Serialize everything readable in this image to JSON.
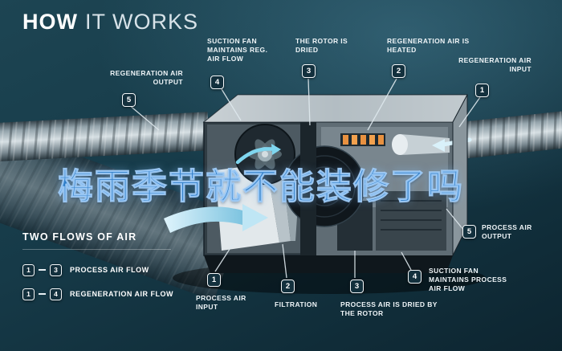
{
  "title": {
    "bold": "HOW",
    "light": "IT WORKS"
  },
  "watermark": "梅雨季节就不能装修了吗",
  "callouts": {
    "reg_air_output": {
      "num": "5",
      "label": "REGENERATION AIR OUTPUT"
    },
    "suction_fan_reg": {
      "num": "4",
      "label": "SUCTION FAN MAINTAINS REG. AIR FLOW"
    },
    "rotor_dried": {
      "num": "3",
      "label": "THE ROTOR IS DRIED"
    },
    "reg_air_heated": {
      "num": "2",
      "label": "REGENERATION AIR IS HEATED"
    },
    "reg_air_input": {
      "num": "1",
      "label": "REGENERATION AIR INPUT"
    },
    "process_air_output": {
      "num": "5",
      "label": "PROCESS AIR OUTPUT"
    },
    "suction_fan_process": {
      "num": "4",
      "label": "SUCTION FAN MAINTAINS PROCESS AIR FLOW"
    },
    "process_air_dried": {
      "num": "3",
      "label": "PROCESS AIR IS DRIED BY THE ROTOR"
    },
    "filtration": {
      "num": "2",
      "label": "FILTRATION"
    },
    "process_air_input": {
      "num": "1",
      "label": "PROCESS AIR INPUT"
    }
  },
  "legend": {
    "heading": "TWO FLOWS OF AIR",
    "items": [
      {
        "start": "1",
        "end": "3",
        "label": "PROCESS AIR FLOW"
      },
      {
        "start": "1",
        "end": "4",
        "label": "REGENERATION AIR FLOW"
      }
    ]
  },
  "colors": {
    "background_top": "#1d4553",
    "background_bottom": "#0d2530",
    "watermark_blue": "#2e7dc8",
    "label_text": "#eef4f7",
    "badge_fill": "#13303d",
    "badge_border": "#f4f8fa",
    "arrow_blue": "#9fdcf2"
  }
}
